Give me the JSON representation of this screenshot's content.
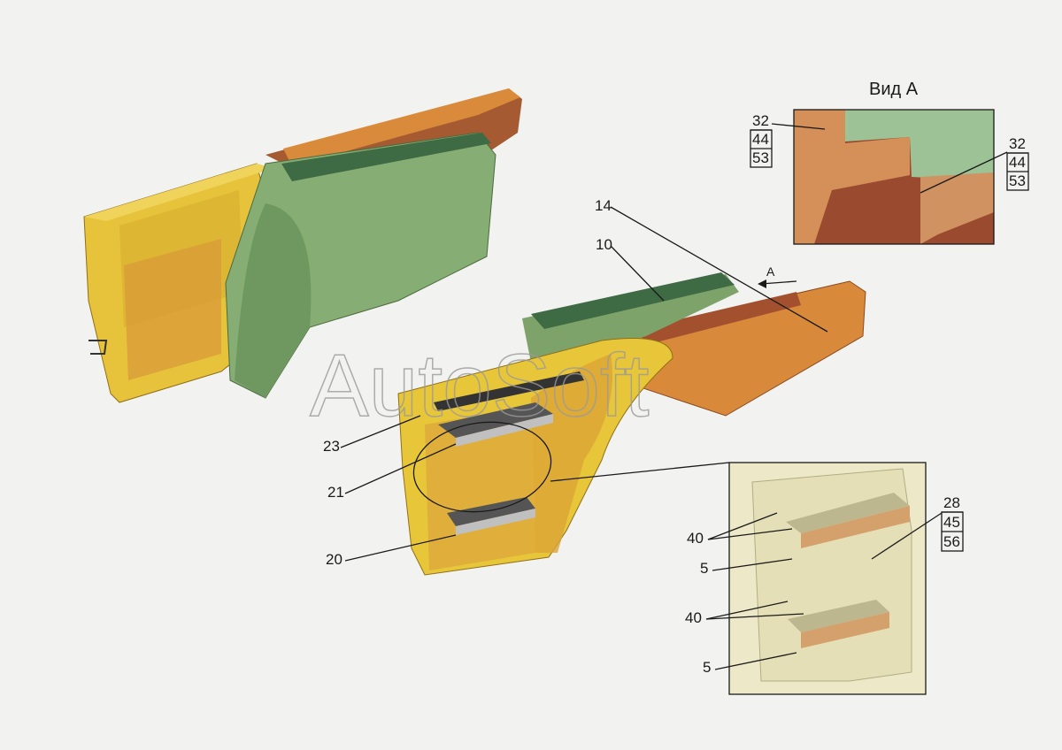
{
  "view_title": "Вид А",
  "arrow_label": "A",
  "watermark": "AutoSoft",
  "callouts": {
    "c14": "14",
    "c10": "10",
    "c23": "23",
    "c21": "21",
    "c20": "20",
    "viewA_left": [
      "32",
      "44",
      "53"
    ],
    "viewA_right": [
      "32",
      "44",
      "53"
    ],
    "detail_right": [
      "28",
      "45",
      "56"
    ],
    "detail_40_top": "40",
    "detail_5_top": "5",
    "detail_40_bottom": "40",
    "detail_5_bottom": "5"
  },
  "colors": {
    "yellow": "#e9c838",
    "orange": "#d98a3a",
    "green": "#7ea36a",
    "dark_green": "#3e6a44",
    "brown": "#9a4b2f"
  }
}
